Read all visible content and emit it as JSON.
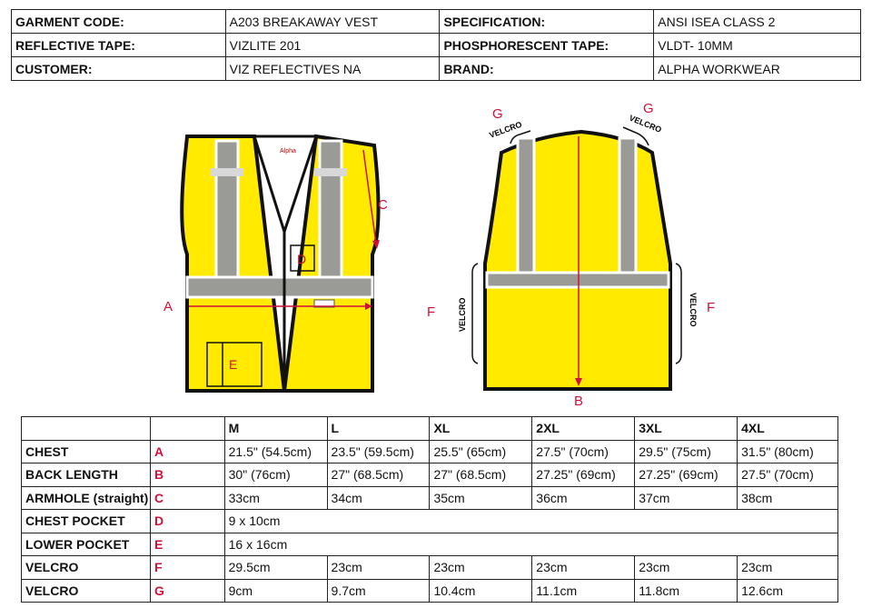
{
  "header": {
    "rows": [
      {
        "label1": "GARMENT CODE:",
        "value1": "A203  BREAKAWAY VEST",
        "label2": "SPECIFICATION:",
        "value2": "ANSI ISEA CLASS 2"
      },
      {
        "label1": "REFLECTIVE TAPE:",
        "value1": "VIZLITE 201",
        "label2": "PHOSPHORESCENT TAPE:",
        "value2": "VLDT- 10MM"
      },
      {
        "label1": "CUSTOMER:",
        "value1": "VIZ REFLECTIVES NA",
        "label2": "BRAND:",
        "value2": "ALPHA WORKWEAR"
      }
    ]
  },
  "diagram": {
    "front": {
      "brand": "Alpha",
      "A": "A",
      "C": "C",
      "D": "D",
      "E": "E"
    },
    "back": {
      "B": "B",
      "F1": "F",
      "F2": "F",
      "G1": "G",
      "G2": "G",
      "velcro": "VELCRO"
    }
  },
  "sizes": {
    "headers": [
      "M",
      "L",
      "XL",
      "2XL",
      "3XL",
      "4XL"
    ],
    "rows": [
      {
        "name": "CHEST",
        "letter": "A",
        "values": [
          "21.5\" (54.5cm)",
          "23.5\" (59.5cm)",
          "25.5\" (65cm)",
          "27.5\" (70cm)",
          "29.5\" (75cm)",
          "31.5\" (80cm)"
        ]
      },
      {
        "name": "BACK LENGTH",
        "letter": "B",
        "values": [
          "30\" (76cm)",
          "27\" (68.5cm)",
          "27\" (68.5cm)",
          "27.25\" (69cm)",
          "27.25\" (69cm)",
          "27.5\" (70cm)"
        ]
      },
      {
        "name": "ARMHOLE (straight)",
        "letter": "C",
        "values": [
          "33cm",
          "34cm",
          "35cm",
          "36cm",
          "37cm",
          "38cm"
        ]
      },
      {
        "name": "CHEST POCKET",
        "letter": "D",
        "span": "9 x 10cm"
      },
      {
        "name": "LOWER POCKET",
        "letter": "E",
        "span": "16 x 16cm"
      },
      {
        "name": "VELCRO",
        "letter": "F",
        "values": [
          "29.5cm",
          "23cm",
          "23cm",
          "23cm",
          "23cm",
          "23cm"
        ]
      },
      {
        "name": "VELCRO",
        "letter": "G",
        "values": [
          "9cm",
          "9.7cm",
          "10.4cm",
          "11.1cm",
          "11.8cm",
          "12.6cm"
        ]
      }
    ]
  }
}
